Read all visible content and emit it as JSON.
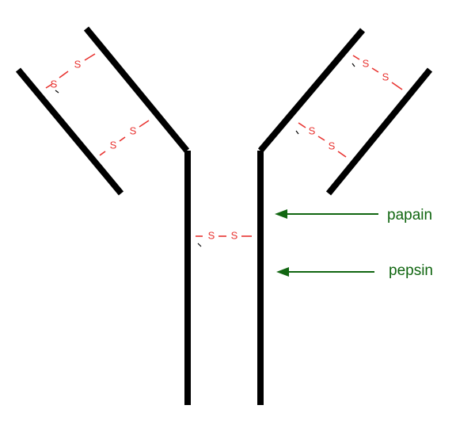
{
  "disulfide_bond": {
    "atom": "S"
  },
  "enzymes": [
    {
      "label": "papain"
    },
    {
      "label": "pepsin"
    }
  ],
  "colors": {
    "chain": "#000000",
    "disulfide": "#e8322f",
    "arrow": "#116611",
    "label": "#116611"
  }
}
